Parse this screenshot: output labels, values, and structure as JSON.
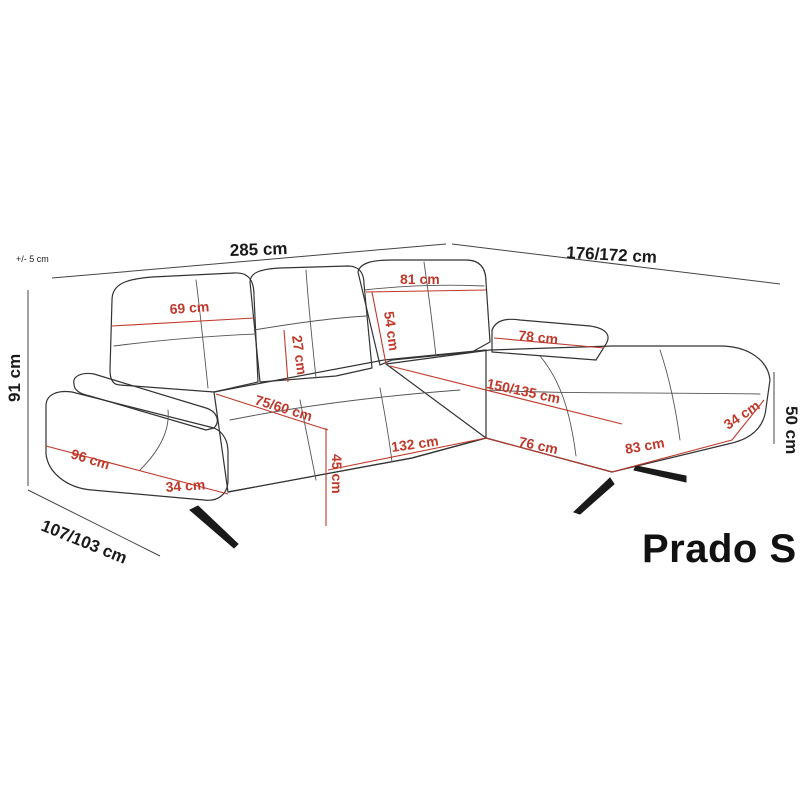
{
  "product": {
    "name": "Prado S"
  },
  "tolerance": "+/- 5 cm",
  "colors": {
    "outline": "#333333",
    "measure_red": "#c0392b",
    "text_black": "#1a1a1a"
  },
  "dimensions": {
    "overall_width": "285 cm",
    "chaise_length": "176/172 cm",
    "height": "91 cm",
    "depth": "107/103 cm",
    "chaise_height": "50 cm"
  },
  "measurements": {
    "backrest_width_left": "69 cm",
    "backrest_height": "27 cm",
    "headrest_width": "81 cm",
    "headrest_height": "54 cm",
    "chaise_headrest_width": "78 cm",
    "seat_depth": "75/60 cm",
    "seat_height": "45 cm",
    "seat_width": "132 cm",
    "chaise_seat_length": "150/135 cm",
    "chaise_front": "76 cm",
    "chaise_side": "83 cm",
    "chaise_end": "34 cm",
    "armrest_length": "96 cm",
    "armrest_width": "34 cm"
  }
}
